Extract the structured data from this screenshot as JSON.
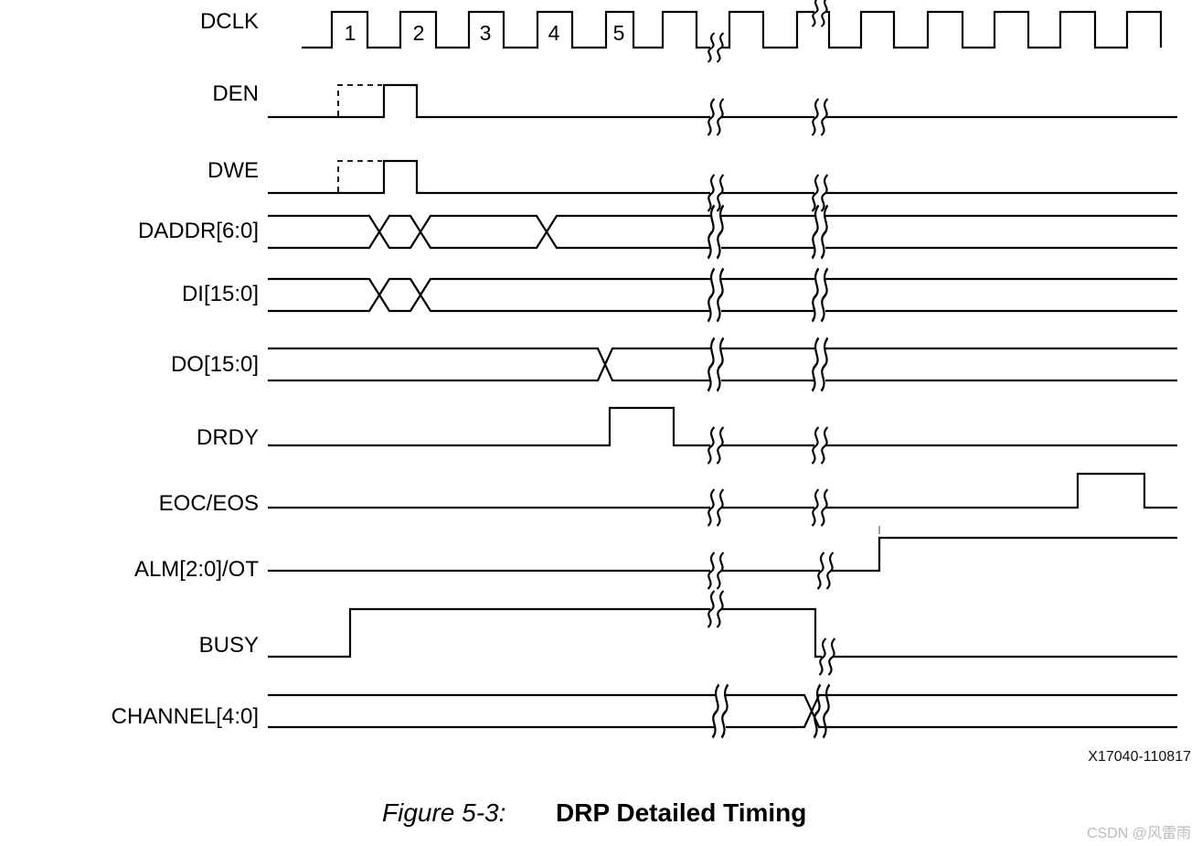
{
  "figure": {
    "caption": {
      "label": "Figure 5-3:",
      "title": "DRP Detailed Timing"
    },
    "doc_number": "X17040-110817",
    "watermark": "CSDN @风雷雨"
  },
  "colors": {
    "background": "#ffffff",
    "line": "#000000",
    "watermark": "#b9bcc2",
    "alm_tick": "#9aa0a6"
  },
  "clock": {
    "name": "DCLK",
    "numbered_cycles": [
      "1",
      "2",
      "3",
      "4",
      "5"
    ],
    "total_pulses": 13
  },
  "time_breaks": {
    "count_per_signal": 2,
    "approx_x": [
      783,
      897
    ]
  },
  "signals": [
    {
      "label": "DCLK",
      "kind": "clock",
      "behavior": "Free-running clock; first five pulses numbered 1-5; two time-break marks interrupt the train."
    },
    {
      "label": "DEN",
      "kind": "pulse",
      "behavior": "Asserted high for one clock around cycle 2; dashed leading edge marks earliest assertion."
    },
    {
      "label": "DWE",
      "kind": "pulse",
      "behavior": "Asserted high for one clock around cycle 2; dashed leading edge marks earliest assertion."
    },
    {
      "label": "DADDR[6:0]",
      "kind": "bus",
      "behavior": "Address crossover just before and after cycle 2; value changes again at cycle 4."
    },
    {
      "label": "DI[15:0]",
      "kind": "bus",
      "behavior": "Write data crossover just before and after cycle 2, then stable."
    },
    {
      "label": "DO[15:0]",
      "kind": "bus",
      "behavior": "Read data crossover at cycle 5, then stable to end."
    },
    {
      "label": "DRDY",
      "kind": "pulse",
      "behavior": "Data-ready pulse high for one clock at cycle 5."
    },
    {
      "label": "EOC/EOS",
      "kind": "pulse",
      "behavior": "End-of-conversion/sequence pulse near the right end of the diagram."
    },
    {
      "label": "ALM[2:0]/OT",
      "kind": "level",
      "behavior": "Rises shortly after the second time break and remains high; small alignment tick above the edge."
    },
    {
      "label": "BUSY",
      "kind": "level",
      "behavior": "Rises at cycle 1, stays high across the first break, falls just before the second break."
    },
    {
      "label": "CHANNEL[4:0]",
      "kind": "bus",
      "behavior": "Stable channel value; crossover coincides with the second time break."
    }
  ]
}
